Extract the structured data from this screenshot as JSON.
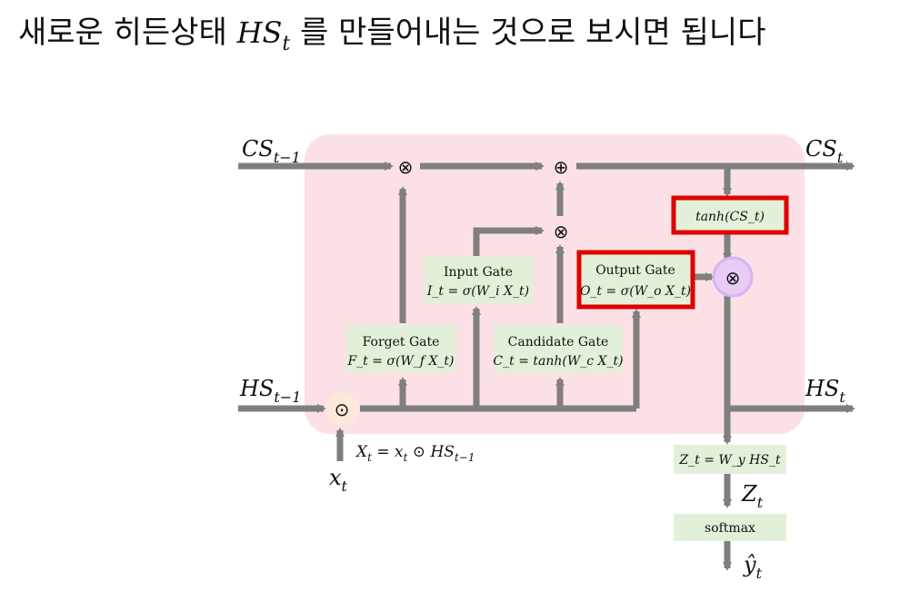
{
  "title": {
    "text_prefix": "새로운 히든상태 ",
    "var_main": "HS",
    "var_sub": "t",
    "text_suffix": " 를 만들어내는 것으로 보시면 됩니다"
  },
  "labels": {
    "cs_prev": "CS",
    "cs_prev_sub": "t−1",
    "cs_next": "CS",
    "cs_next_sub": "t",
    "hs_prev": "HS",
    "hs_prev_sub": "t−1",
    "hs_next": "HS",
    "hs_next_sub": "t",
    "x_in": "x",
    "x_in_sub": "t",
    "z_out": "Z",
    "z_out_sub": "t",
    "y_out": "ŷ",
    "y_out_sub": "t",
    "concat_formula": "X",
    "concat_formula_rest": " = x",
    "concat_formula_end": " ⊙ HS"
  },
  "gates": {
    "forget": {
      "name": "Forget Gate",
      "formula": "F_t = σ(W_f X_t)"
    },
    "input": {
      "name": "Input Gate",
      "formula": "I_t = σ(W_i X_t)"
    },
    "candidate": {
      "name": "Candidate Gate",
      "formula": "C_t = tanh(W_c X_t)"
    },
    "output": {
      "name": "Output Gate",
      "formula": "O_t = σ(W_o X_t)"
    }
  },
  "boxes": {
    "tanh_cs": "tanh(CS_t)",
    "z_formula": "Z_t = W_y HS_t",
    "softmax": "softmax"
  },
  "operators": {
    "multiply": "⊗",
    "add": "⊕",
    "concat": "⊙"
  },
  "colors": {
    "cell_bg": "#fbe1e5",
    "arrow": "#7f7f7f",
    "box": "#e2f0d9",
    "highlight": "#e00000",
    "op_circle": "#fde9d9",
    "mult_highlight": "#d9b3f0"
  }
}
